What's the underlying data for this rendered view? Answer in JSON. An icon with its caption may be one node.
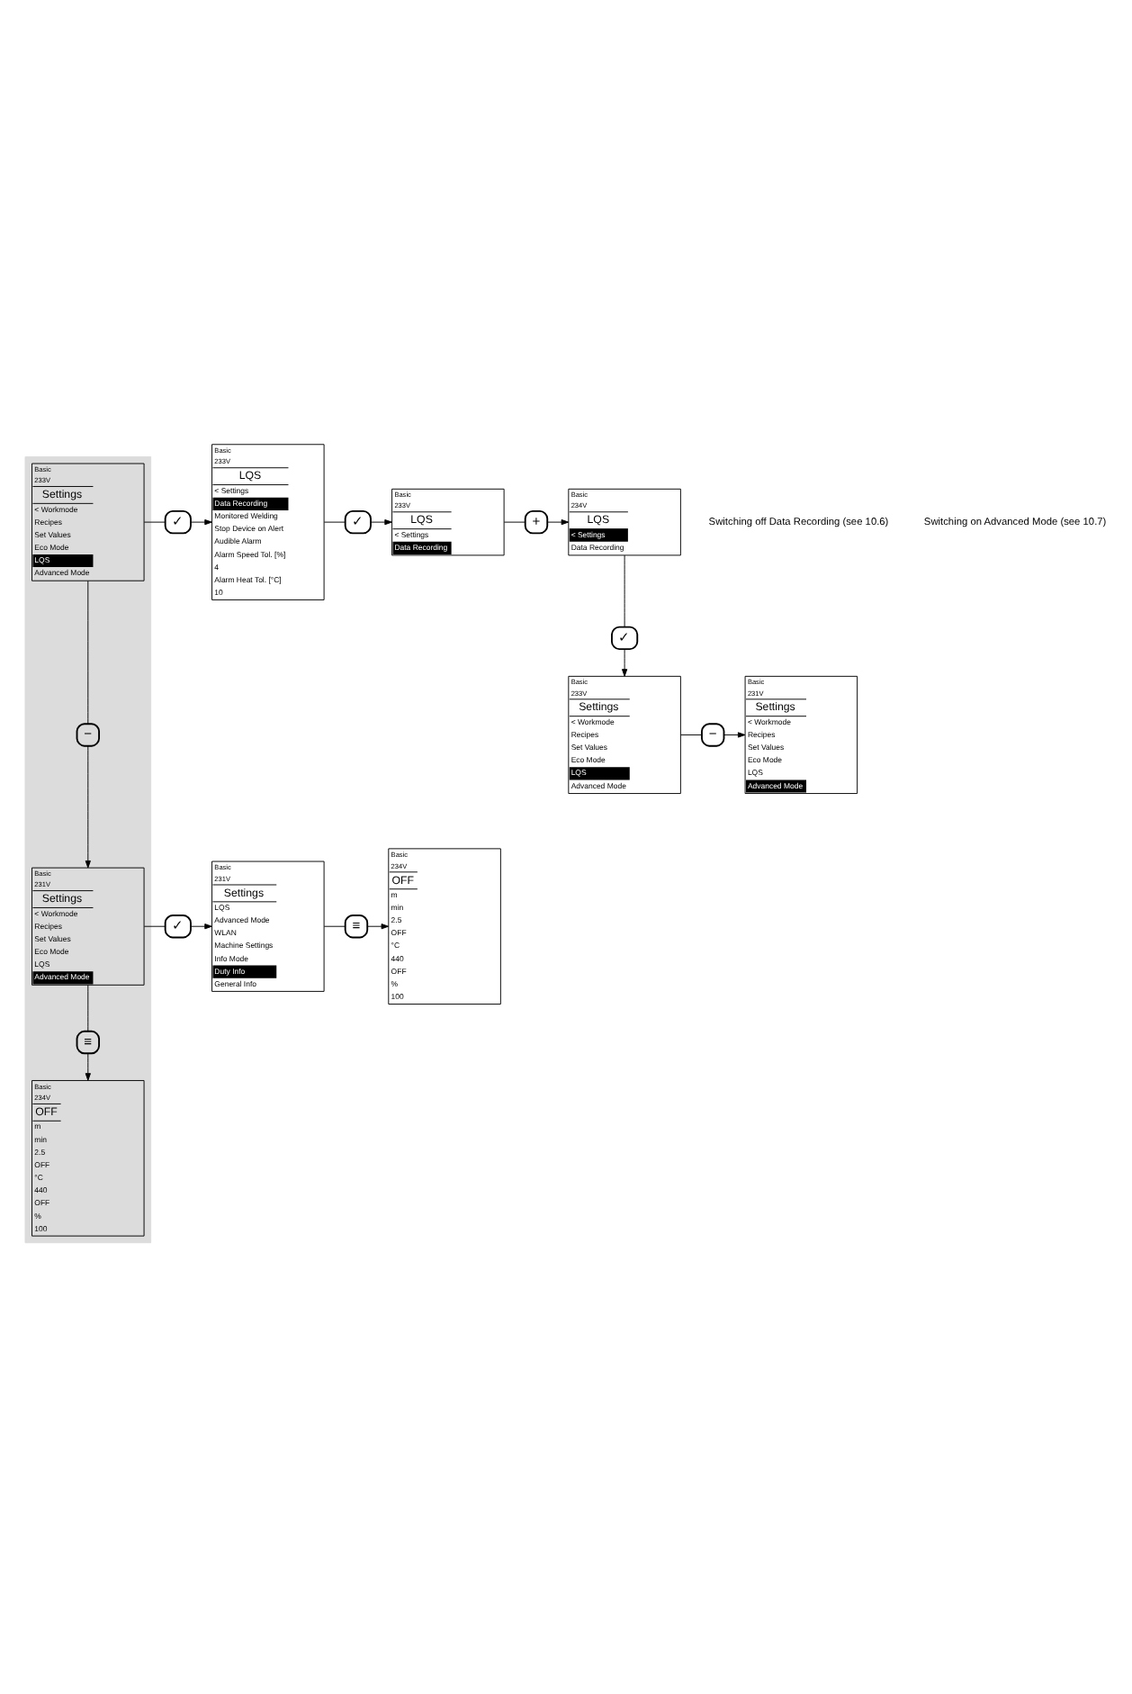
{
  "diagram": {
    "nodes": [
      {
        "text": [],
        "shape": "band"
      },
      {
        "text": [
          "Basic",
          "233V",
          "Settings",
          "< Workmode",
          "Recipes",
          "Set Values",
          "Eco Mode",
          "LQS",
          "Advanced Mode"
        ],
        "in": 0
      },
      {
        "text": [
          "✓"
        ]
      },
      {
        "text": [
          "Basic",
          "233V",
          "LQS",
          "< Settings",
          "Data Recording",
          "Monitored Welding",
          "Stop Device on Alert",
          "Audible Alarm",
          "Alarm Speed Tol. [%]",
          "4",
          "Alarm Heat Tol. [°C]",
          "10"
        ]
      },
      {
        "text": [
          "✓"
        ]
      },
      {
        "text": [
          "Basic",
          "233V",
          "LQS",
          "< Settings",
          "Data Recording"
        ]
      },
      {
        "text": [
          "+"
        ]
      },
      {
        "text": [
          "Basic",
          "234V",
          "LQS",
          "< Settings",
          "Data Recording"
        ]
      },
      {
        "text": [
          "✓"
        ]
      },
      {
        "text": [
          "Basic",
          "233V",
          "Settings",
          "< Workmode",
          "Recipes",
          "Set Values",
          "Eco Mode",
          "LQS",
          "Advanced Mode"
        ]
      },
      {
        "text": [
          "−"
        ]
      },
      {
        "text": [
          "Basic",
          "231V",
          "Settings",
          "< Workmode",
          "Recipes",
          "Set Values",
          "Eco Mode",
          "LQS",
          "Advanced Mode"
        ]
      },
      {
        "text": [
          "−"
        ],
        "in": 0
      },
      {
        "text": [
          "Basic",
          "231V",
          "Settings",
          "< Workmode",
          "Recipes",
          "Set Values",
          "Eco Mode",
          "LQS",
          "Advanced Mode"
        ],
        "in": 0
      },
      {
        "text": [
          "✓"
        ]
      },
      {
        "text": [
          "Basic",
          "231V",
          "Settings",
          "LQS",
          "Advanced Mode",
          "WLAN",
          "Machine Settings",
          "Info Mode",
          "Duty Info",
          "General Info"
        ]
      },
      {
        "text": [
          "≡"
        ]
      },
      {
        "text": [
          "Basic",
          "234V",
          "OFF",
          "m",
          "min",
          "2.5",
          "OFF",
          "°C",
          "440",
          "OFF",
          "%",
          "100"
        ]
      },
      {
        "text": [
          "≡"
        ],
        "in": 0
      },
      {
        "text": [
          "Basic",
          "234V",
          "OFF",
          "m",
          "min",
          "2.5",
          "OFF",
          "°C",
          "440",
          "OFF",
          "%",
          "100"
        ],
        "in": 0
      }
    ],
    "edges": [
      {
        "from": 1,
        "to": 2,
        "arrow": "none"
      },
      {
        "from": 2,
        "to": 3,
        "arrow": "to"
      },
      {
        "from": 3,
        "to": 4,
        "arrow": "none"
      },
      {
        "from": 4,
        "to": 5,
        "arrow": "to"
      },
      {
        "from": 5,
        "to": 6,
        "arrow": "none"
      },
      {
        "from": 6,
        "to": 7,
        "arrow": "to"
      },
      {
        "from": 7,
        "to": 8,
        "arrow": "none"
      },
      {
        "from": 8,
        "to": 9,
        "arrow": "to"
      },
      {
        "from": 9,
        "to": 10,
        "arrow": "none"
      },
      {
        "from": 10,
        "to": 11,
        "arrow": "to"
      },
      {
        "from": 1,
        "to": 12,
        "arrow": "none"
      },
      {
        "from": 12,
        "to": 13,
        "arrow": "to"
      },
      {
        "from": 13,
        "to": 14,
        "arrow": "none"
      },
      {
        "from": 14,
        "to": 15,
        "arrow": "to"
      },
      {
        "from": 15,
        "to": 16,
        "arrow": "none"
      },
      {
        "from": 16,
        "to": 17,
        "arrow": "to"
      },
      {
        "from": 13,
        "to": 18,
        "arrow": "none"
      },
      {
        "from": 18,
        "to": 19,
        "arrow": "to"
      }
    ],
    "labels": [
      "Switching off Data Recording (see 10.6)",
      "Switching on Advanced Mode (see 10.7)"
    ]
  }
}
